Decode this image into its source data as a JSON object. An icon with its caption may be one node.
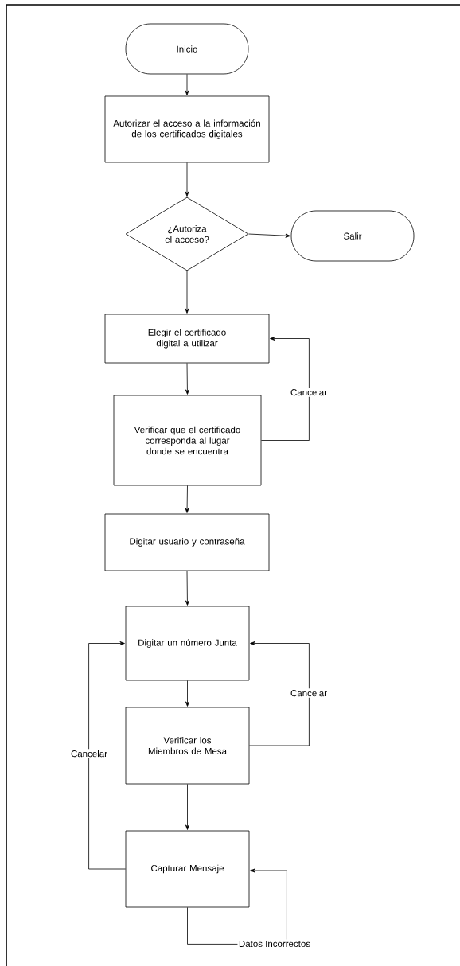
{
  "diagram": {
    "nodes": [
      {
        "text": [
          "Inicio"
        ]
      },
      {
        "text": [
          "Autorizar el acceso a la información de los certificados digitales"
        ]
      },
      {
        "text": [
          "¿Autoriza el acceso?"
        ]
      },
      {
        "text": [
          "Salir"
        ]
      },
      {
        "text": [
          "Elegir el certificado digital a utilizar"
        ]
      },
      {
        "text": [
          "Verificar que el certificado corresponda al lugar donde se encuentra"
        ]
      },
      {
        "text": [
          "Digitar usuario y contraseña"
        ]
      },
      {
        "text": [
          "Digitar un número Junta"
        ]
      },
      {
        "text": [
          "Verificar los Miembros de Mesa"
        ]
      },
      {
        "text": [
          "Capturar Mensaje"
        ]
      }
    ],
    "edges": [
      {
        "from": 0,
        "to": 1,
        "arrow": "to"
      },
      {
        "from": 1,
        "to": 2,
        "arrow": "to"
      },
      {
        "from": 2,
        "to": 3,
        "arrow": "to"
      },
      {
        "from": 2,
        "to": 4,
        "arrow": "to"
      },
      {
        "from": 4,
        "to": 5,
        "arrow": "to"
      },
      {
        "from": 5,
        "to": 4,
        "arrow": "to",
        "label": "Cancelar"
      },
      {
        "from": 5,
        "to": 6,
        "arrow": "to"
      },
      {
        "from": 6,
        "to": 7,
        "arrow": "to"
      },
      {
        "from": 7,
        "to": 8,
        "arrow": "to"
      },
      {
        "from": 8,
        "to": 7,
        "arrow": "to",
        "label": "Cancelar"
      },
      {
        "from": 8,
        "to": 9,
        "arrow": "to"
      },
      {
        "from": 9,
        "to": 7,
        "arrow": "to",
        "label": "Cancelar"
      },
      {
        "from": 9,
        "to": 9,
        "arrow": "to",
        "label": "Datos Incorrectos"
      }
    ]
  }
}
